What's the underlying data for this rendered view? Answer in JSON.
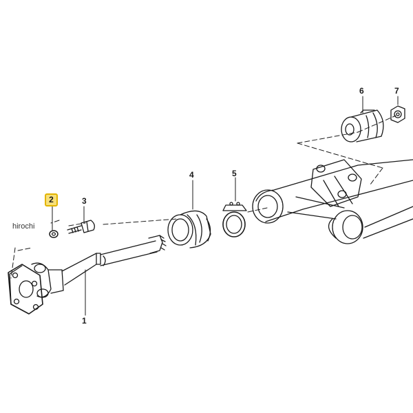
{
  "diagram": {
    "watermark": "hirochi",
    "highlighted_part": "2",
    "callouts": {
      "p1": "1",
      "p3": "3",
      "p4": "4",
      "p5": "5",
      "p6": "6",
      "p7": "7"
    }
  },
  "colors": {
    "line": "#1a1a1a",
    "highlight_fill": "#f7e07a",
    "highlight_border": "#e2b400"
  }
}
